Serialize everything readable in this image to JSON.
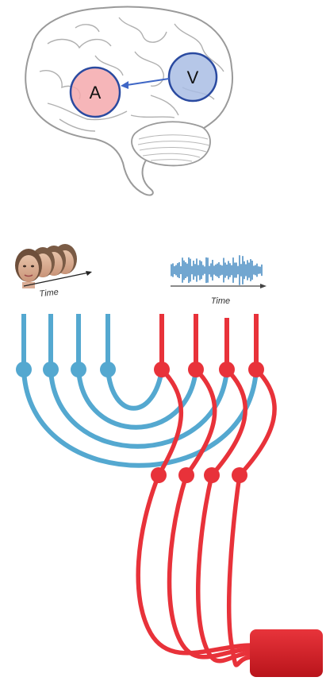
{
  "brain": {
    "region_a_label": "A",
    "region_v_label": "V",
    "region_a_color": "#f4a9ad",
    "region_v_color": "#a9bde4",
    "region_a_stroke": "#2a4aa0",
    "region_v_stroke": "#2a4aa0",
    "arrow_color": "#3f67c6"
  },
  "visual_stream": {
    "caption": "Time",
    "input_count": 4,
    "color": "#54a8d0",
    "icon": "face-sequence-icon"
  },
  "audio_stream": {
    "caption": "Time",
    "input_count": 4,
    "color": "#e8323a",
    "icon": "waveform-icon"
  },
  "output_node": {
    "color": "#d92128",
    "icon": "output-block-icon"
  }
}
